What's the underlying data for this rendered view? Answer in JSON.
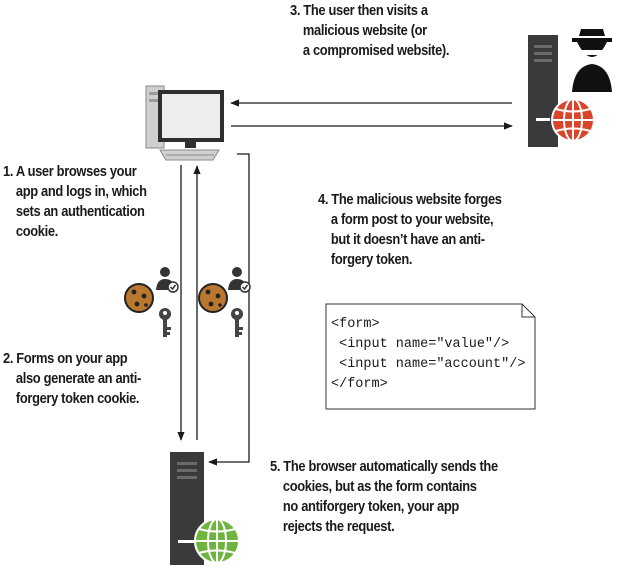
{
  "steps": {
    "step3": [
      "3. The user then visits a",
      "malicious website (or",
      "a compromised website)."
    ],
    "step1": [
      "1. A user browses your",
      "app and logs in, which",
      "sets an authentication",
      "cookie."
    ],
    "step4": [
      "4. The malicious website forges",
      "a form post to your website,",
      "but it doesn’t have an anti-",
      "forgery token."
    ],
    "step2": [
      "2. Forms on your app",
      "also generate an anti-",
      "forgery token cookie."
    ],
    "step5": [
      "5. The browser automatically sends the",
      "cookies, but as the form contains",
      "no antiforgery token, your app",
      "rejects the request."
    ]
  },
  "form_code": [
    "<form>",
    " <input name=\"value\"/>",
    " <input name=\"account\"/>",
    "</form>"
  ],
  "icons": {
    "user_computer": "desktop-computer-icon",
    "malicious_server": "server-with-hacker-icon",
    "app_server": "web-server-icon",
    "cookie": "cookie-icon",
    "user_check": "user-checkmark-icon",
    "key": "key-icon",
    "form_document": "document-icon"
  },
  "colors": {
    "malicious_globe": "#d9442b",
    "app_globe": "#6fb43f",
    "server_body": "#3a3a3a",
    "cookie": "#b9772f",
    "arrows": "#1a1a1a"
  }
}
